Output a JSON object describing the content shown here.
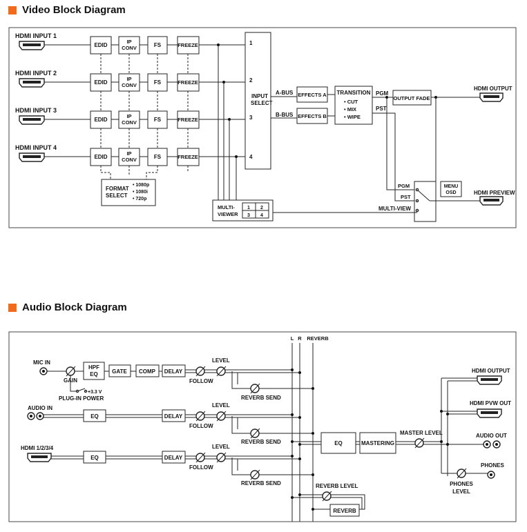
{
  "video": {
    "heading": "Video Block Diagram",
    "inputs": [
      "HDMI INPUT 1",
      "HDMI INPUT 2",
      "HDMI INPUT 3",
      "HDMI INPUT 4"
    ],
    "edid": "EDID",
    "ip_conv": [
      "IP",
      "CONV"
    ],
    "fs": "FS",
    "freeze": "FREEZE",
    "format_select": [
      "FORMAT",
      "SELECT"
    ],
    "formats": [
      "• 1080p",
      "• 1080i",
      "• 720p"
    ],
    "input_select": [
      "INPUT",
      "SELECT"
    ],
    "select_numbers": [
      "1",
      "2",
      "3",
      "4"
    ],
    "a_bus": "A-BUS",
    "b_bus": "B-BUS",
    "effects_a": "EFFECTS A",
    "effects_b": "EFFECTS B",
    "transition": "TRANSITION",
    "transition_modes": [
      "• CUT",
      "• MIX",
      "• WIPE"
    ],
    "pgm": "PGM",
    "pst": "PST",
    "output_fade": "OUTPUT FADE",
    "hdmi_output": "HDMI OUTPUT",
    "multiviewer": [
      "MULTI-",
      "VIEWER"
    ],
    "mv_numbers": [
      "1",
      "2",
      "3",
      "4"
    ],
    "multi_view": "MULTI-VIEW",
    "menu_osd": [
      "MENU",
      "OSD"
    ],
    "hdmi_preview": "HDMI PREVIEW"
  },
  "audio": {
    "heading": "Audio Block Diagram",
    "bus_labels": [
      "L",
      "R",
      "REVERB"
    ],
    "mic_in": "MIC IN",
    "gain": "GAIN",
    "plug_in_power": "PLUG-IN POWER",
    "plus_33v": "+3.3 V",
    "hpf_eq": [
      "HPF",
      "EQ"
    ],
    "gate": "GATE",
    "comp": "COMP",
    "delay": "DELAY",
    "follow": "FOLLOW",
    "level": "LEVEL",
    "reverb_send": "REVERB SEND",
    "audio_in": "AUDIO IN",
    "eq": "EQ",
    "hdmi_1234": "HDMI 1/2/3/4",
    "mastering": "MASTERING",
    "master_level": "MASTER LEVEL",
    "reverb_level": "REVERB LEVEL",
    "reverb": "REVERB",
    "hdmi_output": "HDMI OUTPUT",
    "hdmi_pvw_out": "HDMI PVW OUT",
    "audio_out": "AUDIO OUT",
    "phones": "PHONES",
    "phones_level": [
      "PHONES",
      "LEVEL"
    ]
  }
}
